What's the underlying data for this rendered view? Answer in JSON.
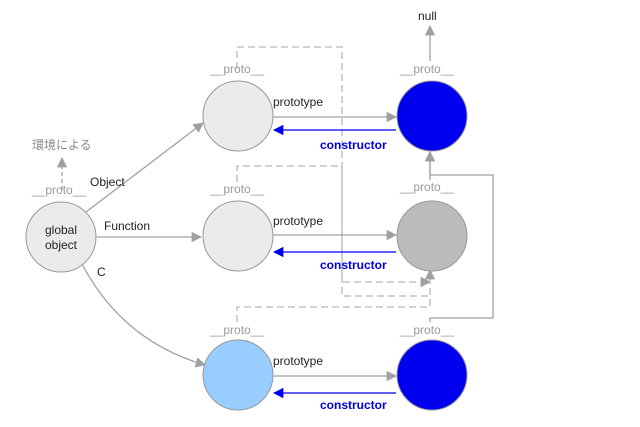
{
  "labels": {
    "null": "null",
    "env": "環境による",
    "proto": "__proto__",
    "global_line1": "global",
    "global_line2": "object",
    "object": "Object",
    "function": "Function",
    "c": "C",
    "prototype": "prototype",
    "constructor": "constructor"
  },
  "colors": {
    "light_gray": "#ebebeb",
    "mid_gray": "#bbbbbb",
    "light_blue": "#99ccff",
    "blue": "#0000ee",
    "arrow_gray": "#a0a0a0",
    "dash_gray": "#b8b8b8",
    "constructor_blue": "#0000dd"
  }
}
